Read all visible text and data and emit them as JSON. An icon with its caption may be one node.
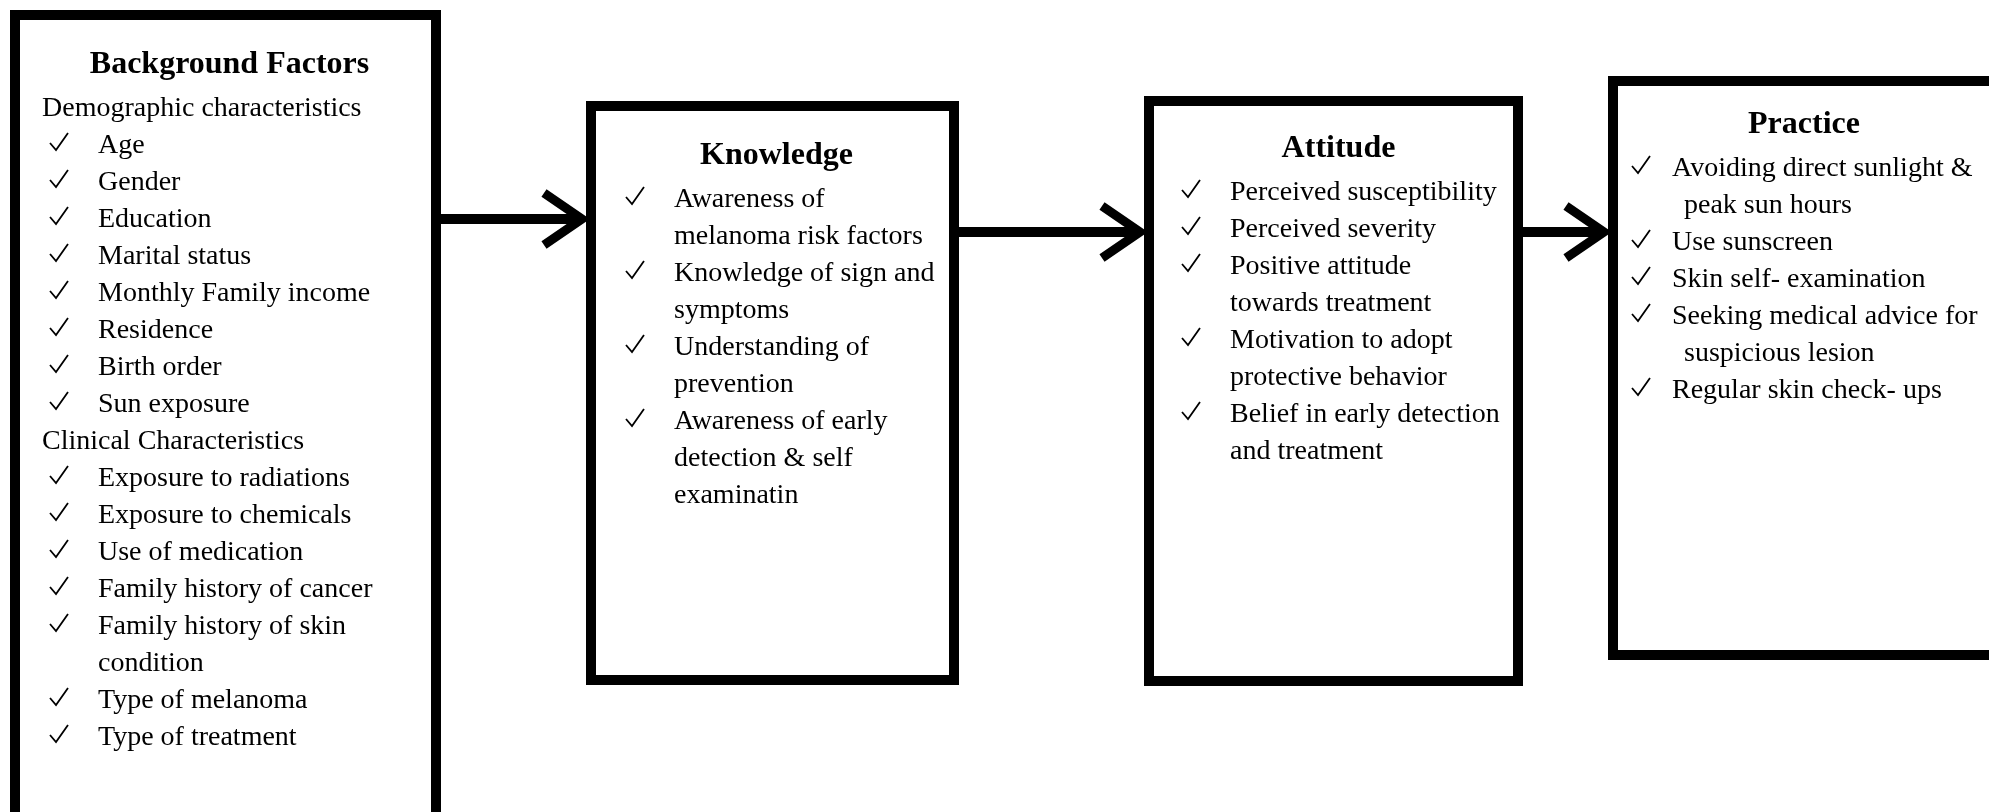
{
  "diagram": {
    "nodes": [
      {
        "text": [
          "Background Factors",
          "Demographic characteristics",
          "Age",
          "Gender",
          "Education",
          "Marital status",
          "Monthly Family income",
          "Residence",
          "Birth order",
          "Sun exposure",
          "Clinical Characteristics",
          "Exposure to radiations",
          "Exposure to chemicals",
          "Use of medication",
          "Family history of cancer",
          "Family history of skin condition",
          "Type of melanoma",
          "Type of treatment"
        ]
      },
      {
        "text": [
          "Knowledge",
          "Awareness of melanoma risk factors",
          "Knowledge of sign and symptoms",
          "Understanding of prevention",
          "Awareness of early detection & self examinatin"
        ]
      },
      {
        "text": [
          "Attitude",
          "Perceived susceptibility",
          "Perceived severity",
          "Positive attitude towards treatment",
          "Motivation to adopt protective behavior",
          "Belief in early detection and treatment"
        ]
      },
      {
        "text": [
          "Practice",
          "Avoiding direct sunlight & peak sun hours",
          "Use sunscreen",
          "Skin self- examination",
          "Seeking medical advice for suspicious lesion",
          "Regular skin check- ups"
        ]
      }
    ],
    "edges": [
      {
        "from": 0,
        "to": 1,
        "arrow": "to"
      },
      {
        "from": 1,
        "to": 2,
        "arrow": "to"
      },
      {
        "from": 2,
        "to": 3,
        "arrow": "to"
      }
    ]
  }
}
